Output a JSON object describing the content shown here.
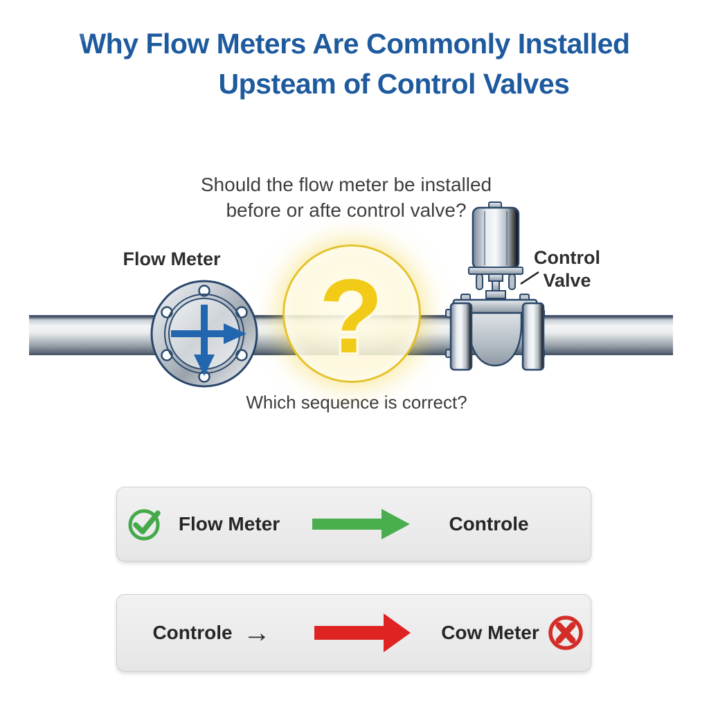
{
  "title": {
    "line1": "Why Flow Meters Are Commonly Installed",
    "line2": "Upsteam of Control Valves"
  },
  "question": {
    "line1": "Should the flow meter be installed",
    "line2": "before or afte control valve?"
  },
  "diagram": {
    "flow_meter_label": "Flow Meter",
    "control_valve_label": {
      "line1": "Control",
      "line2": "Valve"
    },
    "question_mark": "?",
    "sequence_prompt": "Which sequence is correct?"
  },
  "options": [
    {
      "status": "correct",
      "icon": "check-circle-icon",
      "left_label": "Flow Meter",
      "arrow": "green-block-arrow",
      "right_label": "Controle"
    },
    {
      "status": "incorrect",
      "left_label": "Controle",
      "inline_arrow": "→",
      "arrow": "red-block-arrow",
      "right_label": "Cow Meter",
      "icon": "x-circle-icon"
    }
  ],
  "colors": {
    "title_blue": "#1e5a9e",
    "meter_arrow_blue": "#2166ae",
    "question_yellow": "#f2ca18",
    "correct_green": "#4aad4e",
    "wrong_red": "#df2323",
    "pipe_outline": "#2a4668",
    "box_background": "#ededed",
    "text_dark": "#2e2e2e"
  }
}
